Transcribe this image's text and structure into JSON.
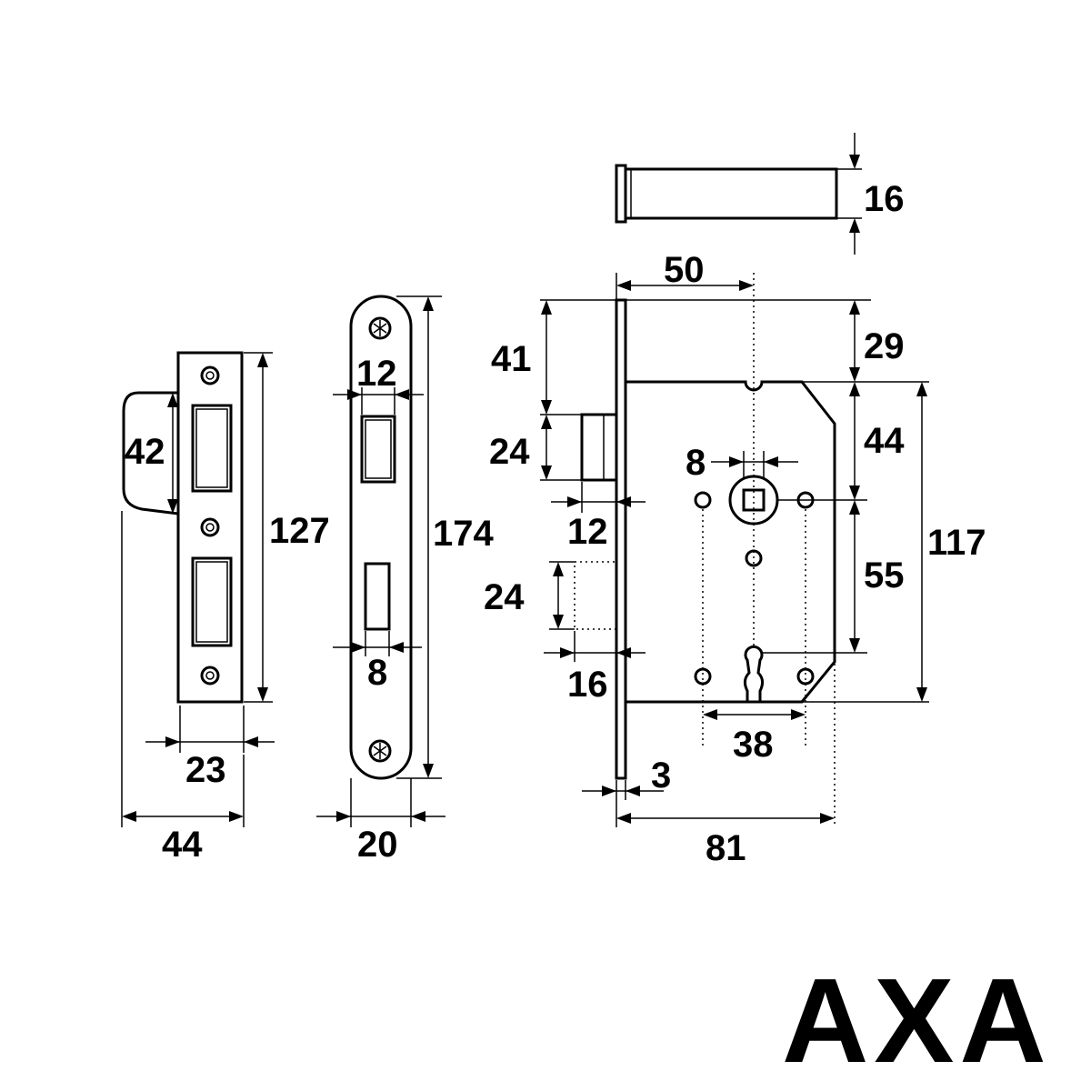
{
  "strike_plate": {
    "width_outer": "44",
    "width_inner": "23",
    "height": "127",
    "lip_height": "42"
  },
  "forend": {
    "height": "174",
    "width": "20",
    "latch_width": "12",
    "bolt_width": "8"
  },
  "lock_body": {
    "backset": "50",
    "latch_offset": "41",
    "latch_height": "24",
    "latch_projection": "12",
    "bolt_height": "24",
    "bolt_projection": "16",
    "top_offset": "29",
    "case_to_follower": "44",
    "centres": "55",
    "case_height": "117",
    "spindle": "8",
    "fixing_centres": "38",
    "forend_thickness": "3",
    "depth": "81",
    "bolt_diameter": "16"
  },
  "brand": {
    "logo_text": "AXA",
    "color": "#000000"
  }
}
